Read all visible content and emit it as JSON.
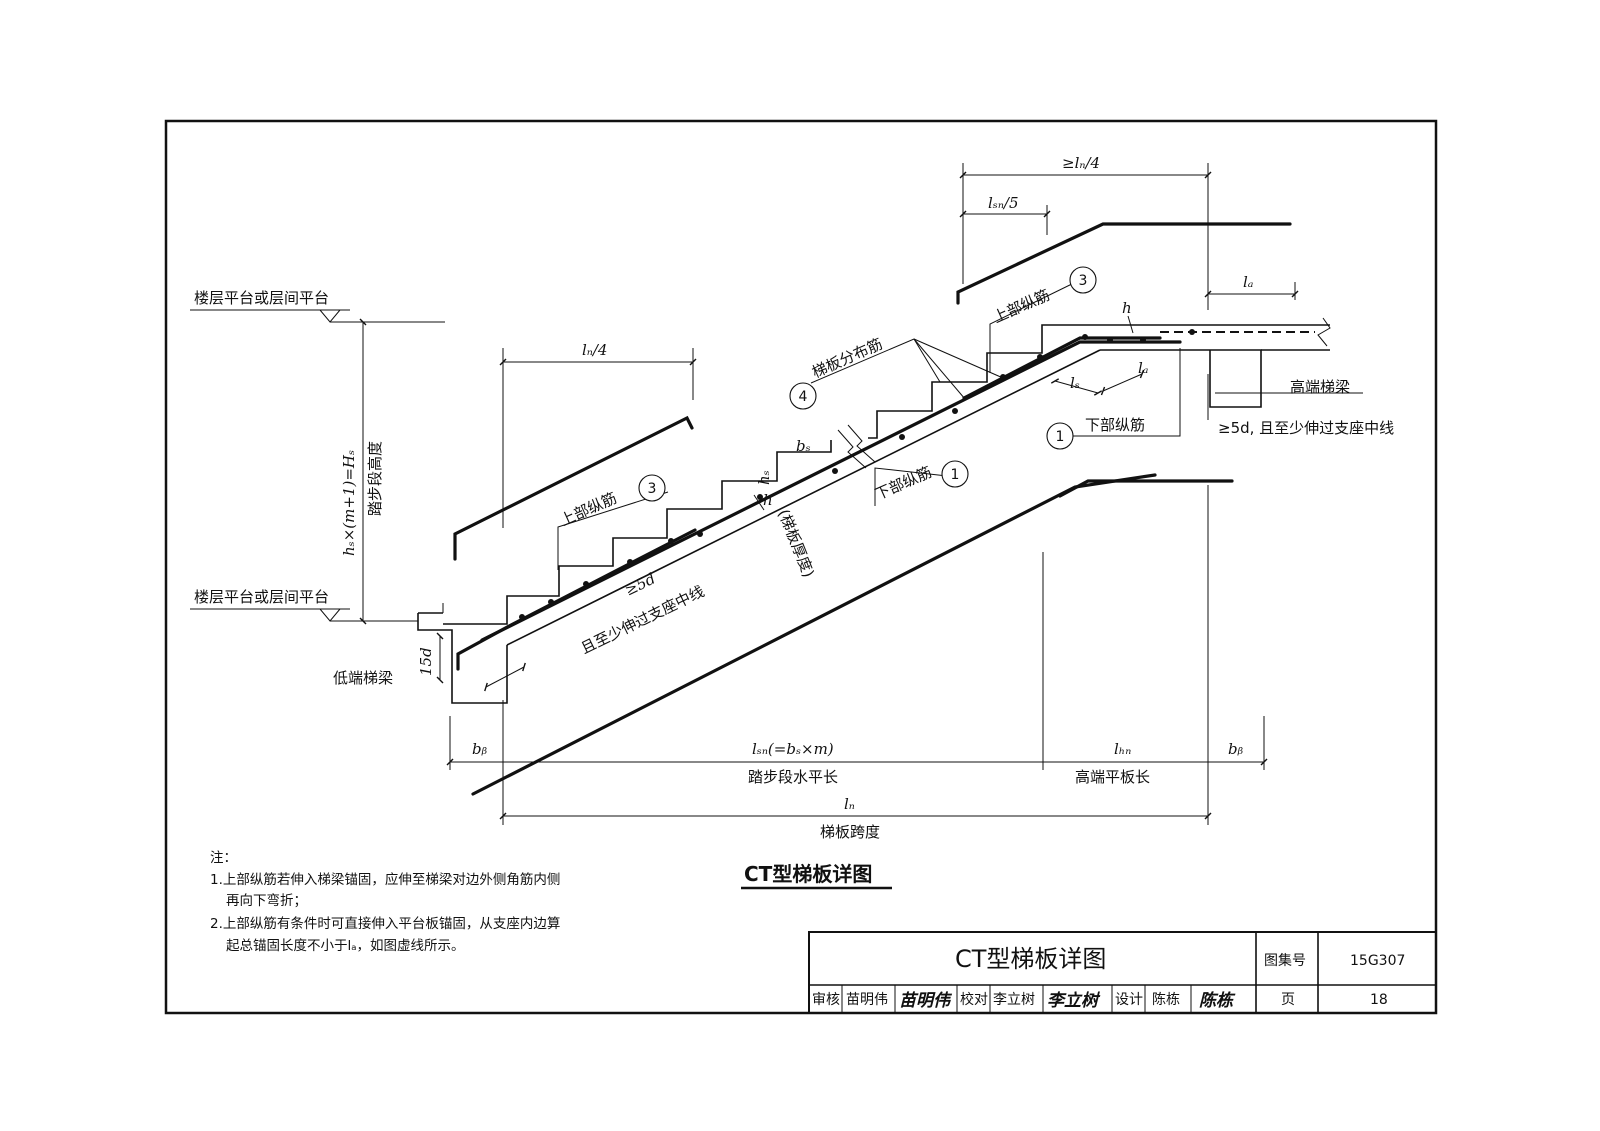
{
  "labels": {
    "platform": "楼层平台或层间平台",
    "riser_formula": "hₛ×(m+1)=Hₛ",
    "riser_desc": "踏步段高度",
    "low_beam": "低端梯梁",
    "high_beam": "高端梯梁",
    "top_bar": "上部纵筋",
    "bottom_bar": "下部纵筋",
    "dist_bar": "梯板分布筋",
    "slab_thk": "(梯板厚度)",
    "anchor_ge5d": "≥5d",
    "anchor_center": "且至少伸过支座中线",
    "anchor_high": "≥5d, 且至少伸过支座中线",
    "fifteen_d": "15d",
    "h": "h",
    "hs": "hₛ",
    "bs": "bₛ",
    "la": "lₐ",
    "ls": "lₛ",
    "circ1": "1",
    "circ3": "3",
    "circ4": "4"
  },
  "dims": {
    "ln4_left": "lₙ/4",
    "ln4_right": "≥lₙ/4",
    "lsn5": "lₛₙ/5",
    "la_top": "lₐ",
    "bb": "bᵦ",
    "lsn": "lₛₙ(=bₛ×m)",
    "lsn_desc": "踏步段水平长",
    "lhn": "lₕₙ",
    "lhn_desc": "高端平板长",
    "ln": "lₙ",
    "ln_desc": "梯板跨度"
  },
  "notes": {
    "heading": "注：",
    "n1a": "1.上部纵筋若伸入梯梁锚固，应伸至梯梁对边外侧角筋内侧",
    "n1b": "再向下弯折；",
    "n2a": "2.上部纵筋有条件时可直接伸入平台板锚固，从支座内边算",
    "n2b": "起总锚固长度不小于lₐ，如图虚线所示。"
  },
  "drawing_title": "CT型梯板详图",
  "title_block": {
    "name": "CT型梯板详图",
    "atlas_label": "图集号",
    "atlas_no": "15G307",
    "review_label": "审核",
    "reviewer": "苗明伟",
    "reviewer_sig": "苗明伟",
    "check_label": "校对",
    "checker": "李立树",
    "checker_sig": "李立树",
    "design_label": "设计",
    "designer": "陈栋",
    "designer_sig": "陈栋",
    "page_label": "页",
    "page_no": "18"
  }
}
